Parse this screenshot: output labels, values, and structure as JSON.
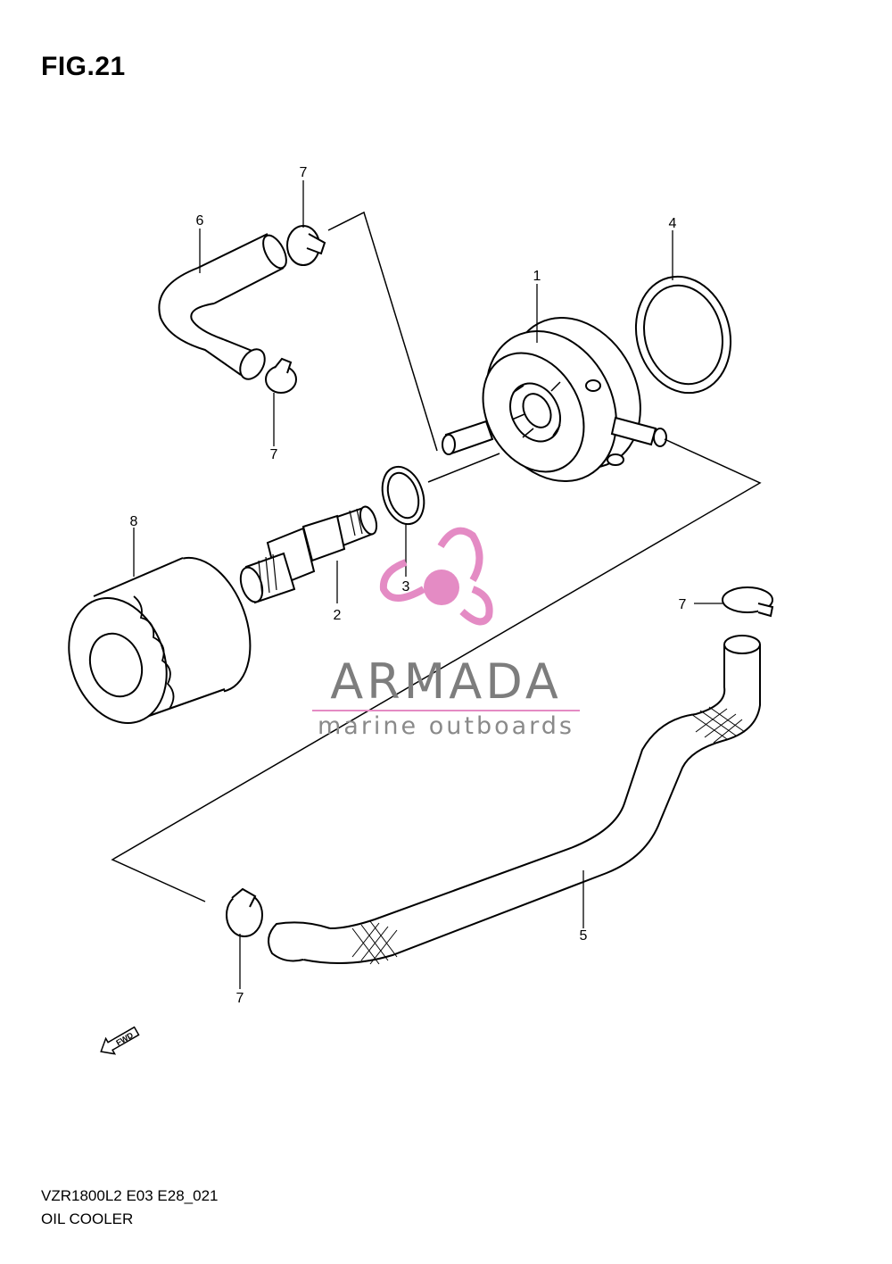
{
  "header": {
    "figure_title": "FIG.21"
  },
  "footer": {
    "model_code": "VZR1800L2 E03 E28_021",
    "section_name": "OIL COOLER"
  },
  "callouts": {
    "c1": "1",
    "c2": "2",
    "c3": "3",
    "c4": "4",
    "c5": "5",
    "c6": "6",
    "c7a": "7",
    "c7b": "7",
    "c7c": "7",
    "c7d": "7",
    "c8": "8"
  },
  "direction_marker": {
    "label": "FWD",
    "icon": "fwd-arrow-icon"
  },
  "watermark": {
    "brand": "ARMADA",
    "tagline": "marine outboards",
    "icon": "propeller-icon",
    "colors": {
      "brand": "#7d7d7d",
      "accent": "#e48bc4",
      "tagline": "#8a8a8a"
    }
  }
}
